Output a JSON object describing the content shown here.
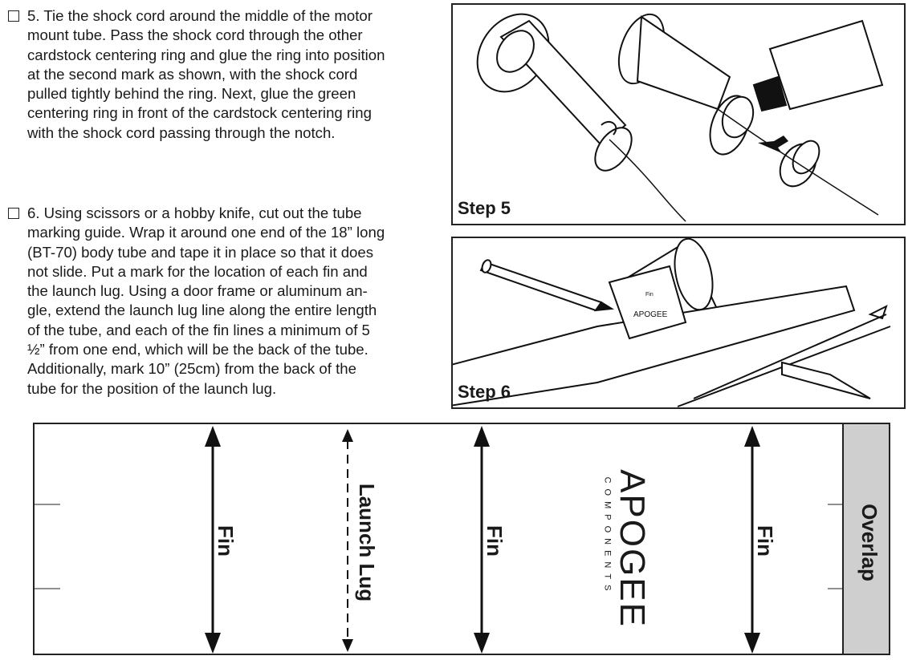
{
  "steps": [
    {
      "lines": [
        "5. Tie the shock cord around the middle of the motor",
        "mount tube.  Pass the shock cord through the other",
        "cardstock centering ring and glue the ring into position",
        "at the second mark as shown, with the shock cord",
        "pulled tightly behind the ring. Next, glue the green",
        "centering ring in front of the cardstock centering ring",
        "with the shock cord passing through the notch."
      ]
    },
    {
      "lines": [
        "6. Using scissors or a hobby knife, cut out the tube",
        "marking guide. Wrap it around one end of the 18” long",
        "(BT-70) body tube and tape it in place so that it does",
        "not slide. Put a mark for the location of each fin and",
        "the launch lug. Using a door frame or aluminum an-",
        "gle, extend the launch lug line along the entire length",
        "of the tube, and each of the fin lines a minimum of 5",
        "½” from one end, which will be the back of the tube.",
        "Additionally, mark 10” (25cm) from the back of the",
        "tube for the position of the launch lug."
      ]
    }
  ],
  "panels": {
    "step5_label": "Step 5",
    "step6_label": "Step 6",
    "step6_guide_fin": "Fin",
    "step6_guide_logo": "APOGEE"
  },
  "guide": {
    "fin_label": "Fin",
    "lug_label": "Launch Lug",
    "overlap_label": "Overlap",
    "logo_main": "APOGEE",
    "logo_sub": "COMPONENTS"
  }
}
